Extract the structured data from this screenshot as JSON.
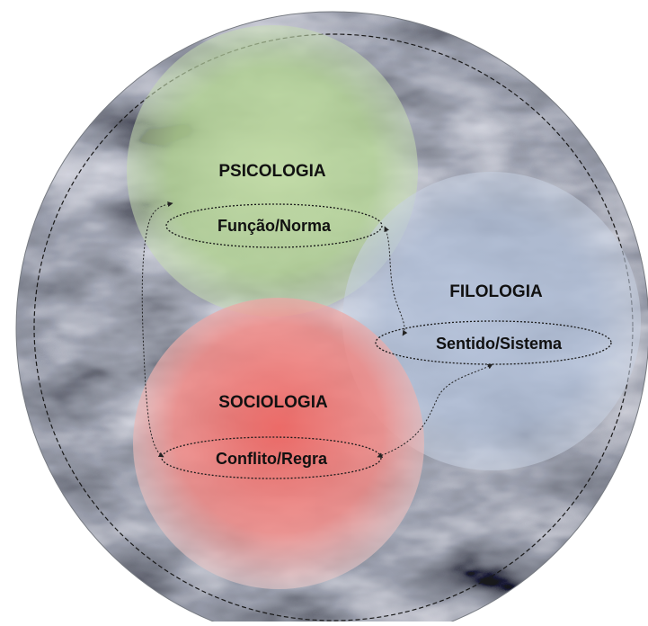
{
  "diagram": {
    "domains": [
      {
        "id": "psicologia",
        "title": "PSICOLOGIA",
        "concept": "Função/Norma",
        "color": "#b7d39b"
      },
      {
        "id": "filologia",
        "title": "FILOLOGIA",
        "concept": "Sentido/Sistema",
        "color": "#bfcbe0"
      },
      {
        "id": "sociologia",
        "title": "SOCIOLOGIA",
        "concept": "Conflito/Regra",
        "color": "#f07a76"
      }
    ],
    "links": [
      {
        "from": "psicologia",
        "to": "filologia"
      },
      {
        "from": "filologia",
        "to": "sociologia"
      },
      {
        "from": "sociologia",
        "to": "psicologia"
      }
    ],
    "background": "grey marbled texture disc",
    "outer_ring": "dashed circle"
  }
}
